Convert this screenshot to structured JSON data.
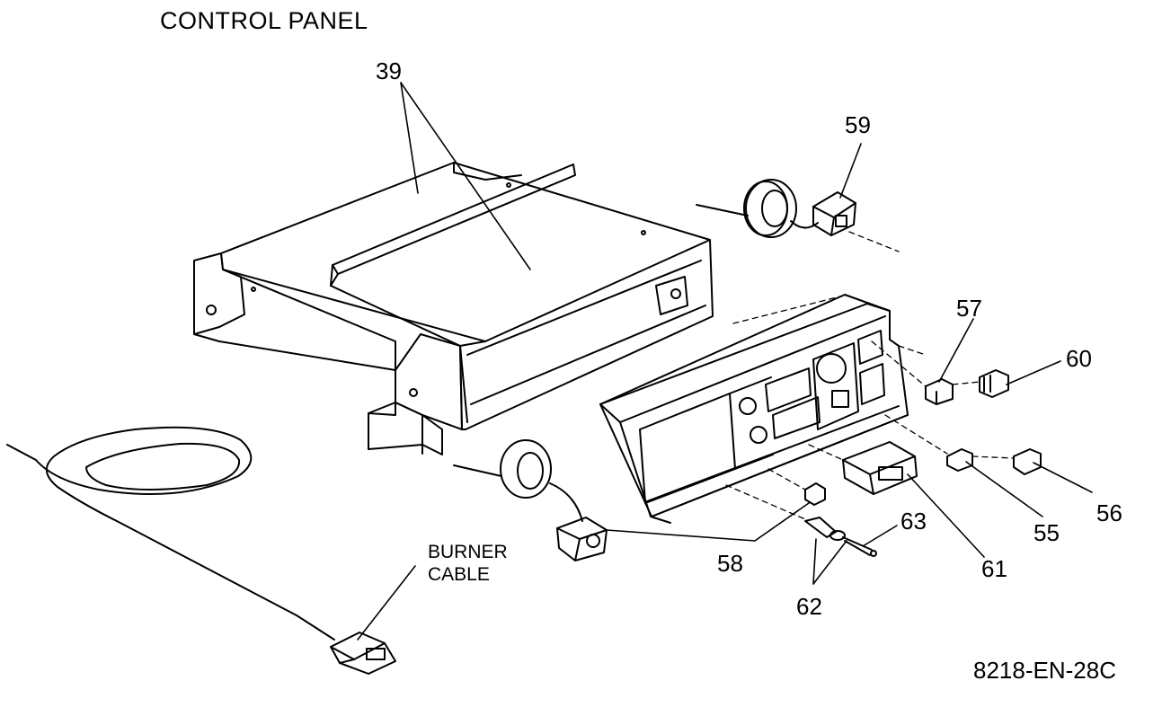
{
  "title": "CONTROL PANEL",
  "drawing_code": "8218-EN-28C",
  "callouts": {
    "c39": "39",
    "c59": "59",
    "c57": "57",
    "c60": "60",
    "c55": "55",
    "c56": "56",
    "c61": "61",
    "c58": "58",
    "c63": "63",
    "c62": "62"
  },
  "burner_cable": {
    "line1": "BURNER",
    "line2": "CABLE"
  }
}
